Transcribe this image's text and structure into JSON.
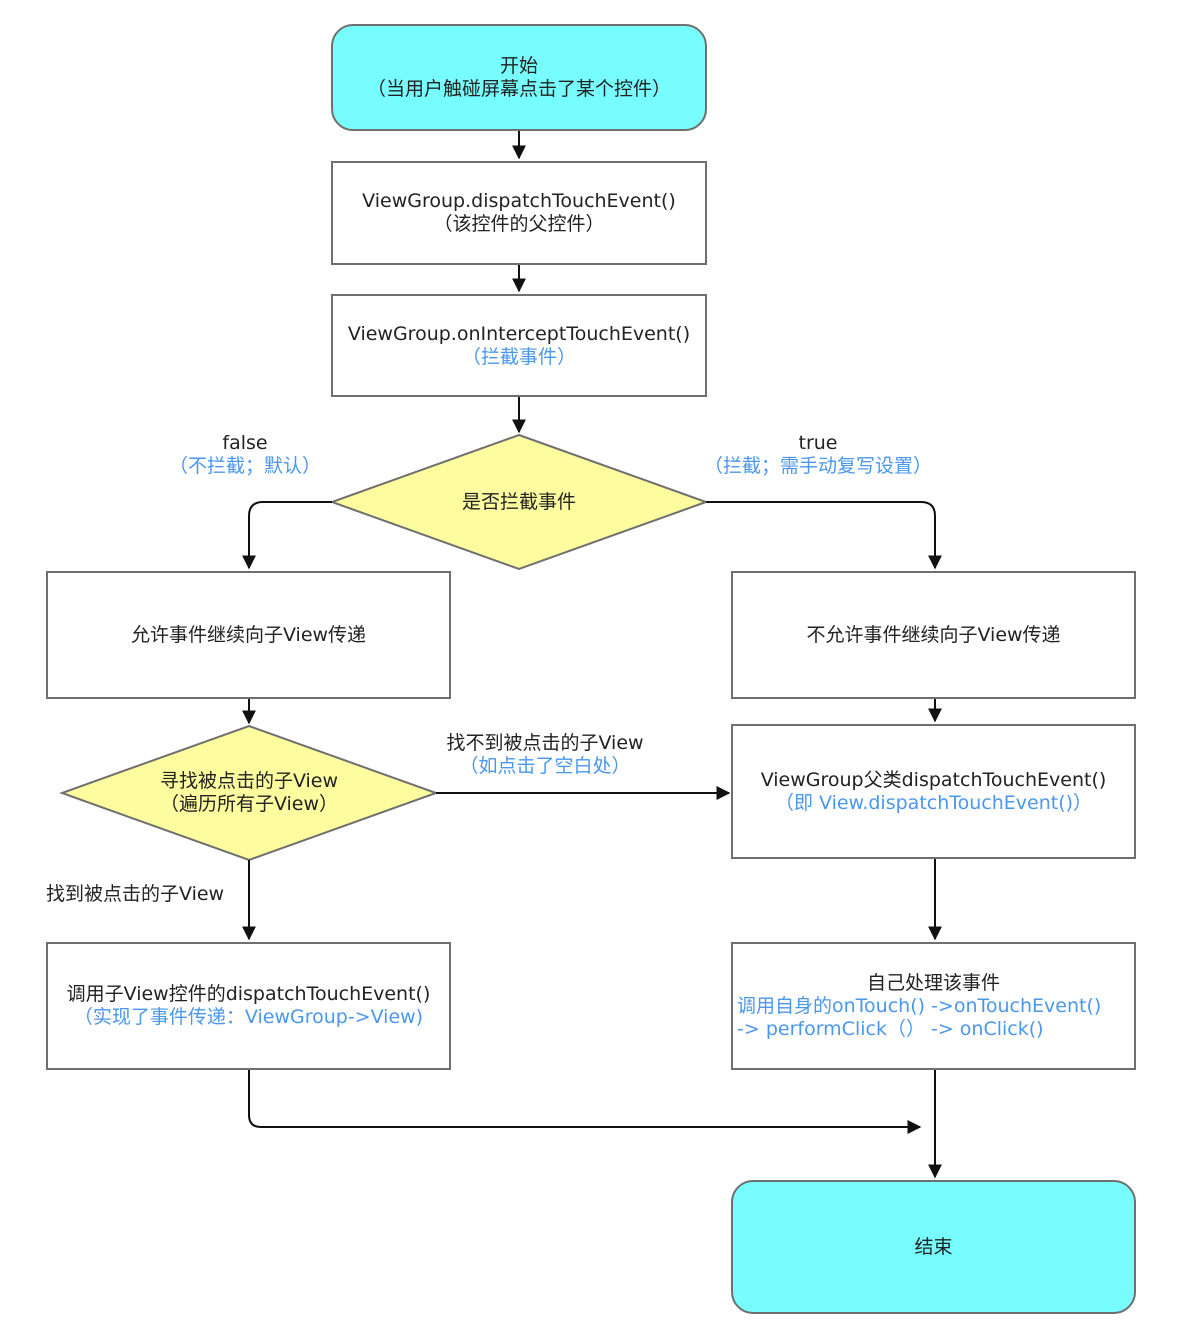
{
  "colors": {
    "terminal_fill": "#78fdfe",
    "decision_fill": "#fdfd9f",
    "border": "#6f6f6f",
    "arrow": "#111111",
    "note_text": "#4a97ee"
  },
  "nodes": {
    "start": {
      "line1": "开始",
      "line2": "（当用户触碰屏幕点击了某个控件）"
    },
    "dispatch": {
      "line1": "ViewGroup.dispatchTouchEvent()",
      "line2": "（该控件的父控件）"
    },
    "intercept": {
      "line1": "ViewGroup.onInterceptTouchEvent()",
      "note": "（拦截事件）"
    },
    "decision_intercept": {
      "label": "是否拦截事件"
    },
    "allow": {
      "label": "允许事件继续向子View传递"
    },
    "deny": {
      "label": "不允许事件继续向子View传递"
    },
    "decision_find": {
      "line1": "寻找被点击的子View",
      "line2": "（遍历所有子View）"
    },
    "parent_dispatch": {
      "line1": "ViewGroup父类dispatchTouchEvent()",
      "note": "（即 View.dispatchTouchEvent()）"
    },
    "child_dispatch": {
      "line1": "调用子View控件的dispatchTouchEvent()",
      "note": "（实现了事件传递：ViewGroup->View)"
    },
    "self_handle": {
      "line1": "自己处理该事件",
      "note1": "调用自身的onTouch() ->onTouchEvent()",
      "note2": "-> performClick（） -> onClick()"
    },
    "end": {
      "label": "结束"
    }
  },
  "edges": {
    "false_branch": {
      "label": "false",
      "note": "（不拦截；默认）"
    },
    "true_branch": {
      "label": "true",
      "note": "（拦截；需手动复写设置）"
    },
    "not_found": {
      "label": "找不到被点击的子View",
      "note": "（如点击了空白处）"
    },
    "found": {
      "label": "找到被点击的子View"
    }
  }
}
